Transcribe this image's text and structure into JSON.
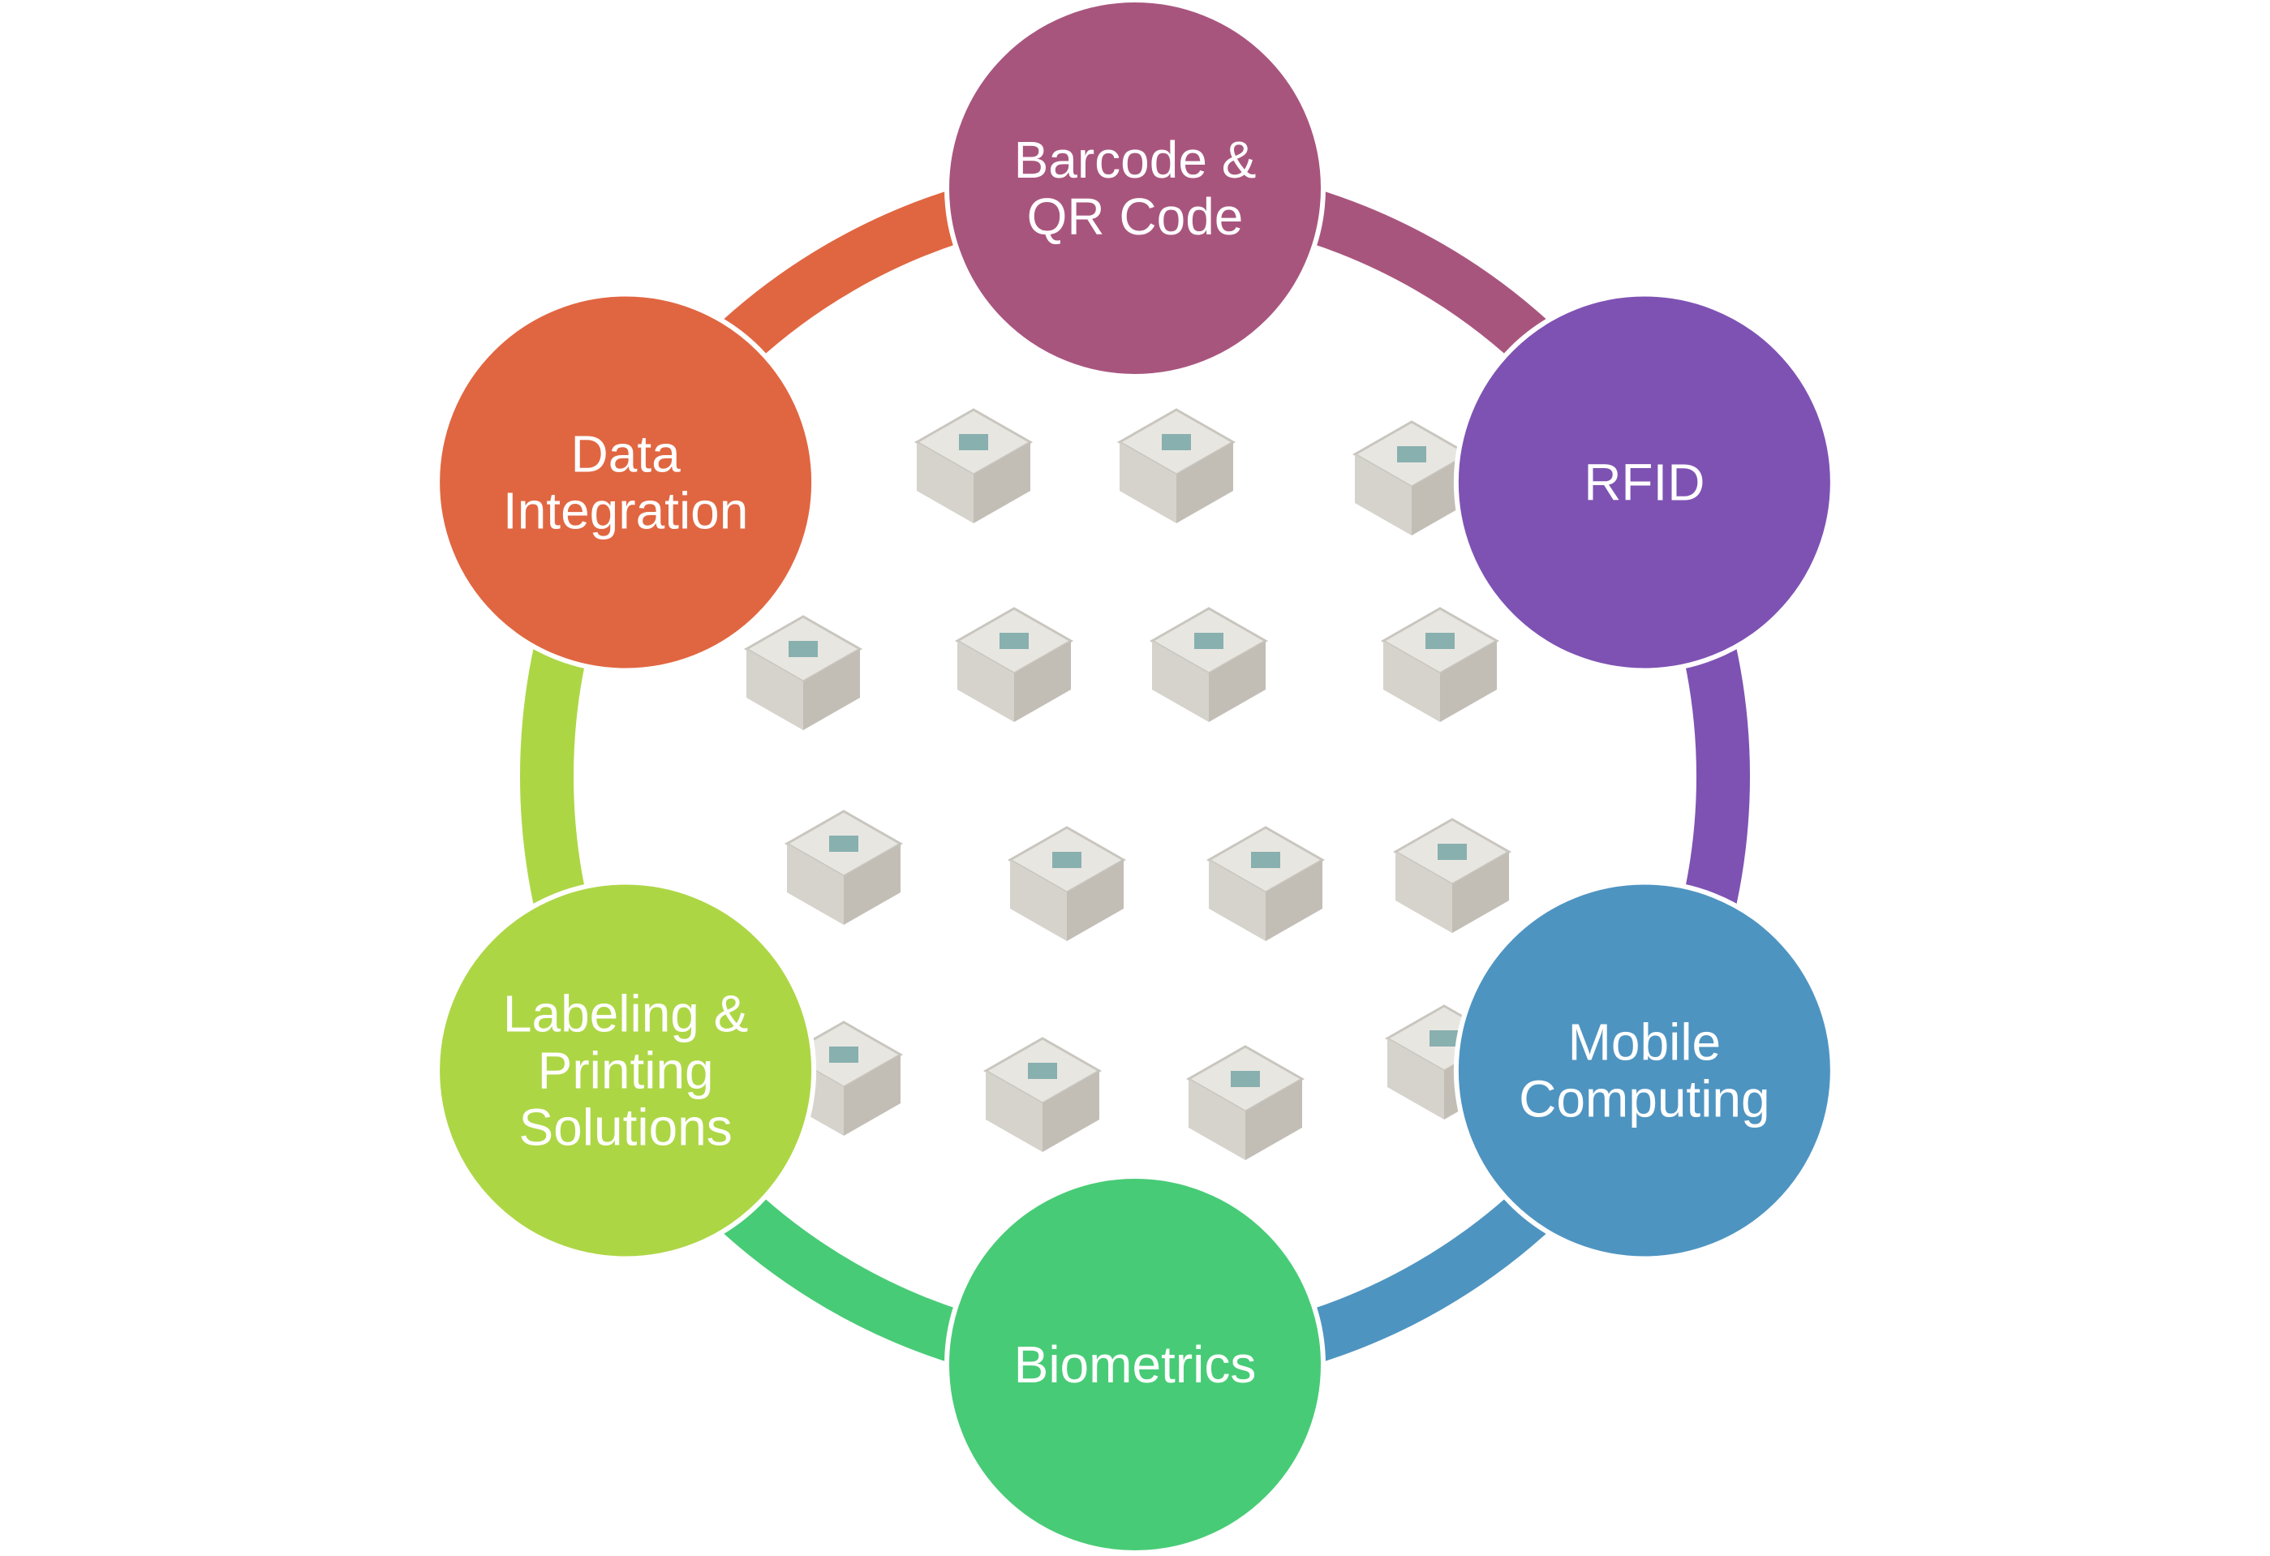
{
  "diagram": {
    "nodes": [
      {
        "id": "barcode",
        "lines": [
          "Barcode &",
          "QR Code"
        ],
        "color": "#A8557E"
      },
      {
        "id": "rfid",
        "lines": [
          "RFID"
        ],
        "color": "#7E52B3"
      },
      {
        "id": "mobile",
        "lines": [
          "Mobile",
          "Computing"
        ],
        "color": "#4E94C1"
      },
      {
        "id": "biometrics",
        "lines": [
          "Biometrics"
        ],
        "color": "#48CB76"
      },
      {
        "id": "labeling",
        "lines": [
          "Labeling &",
          "Printing",
          "Solutions"
        ],
        "color": "#ADD645"
      },
      {
        "id": "data",
        "lines": [
          "Data",
          "Integration"
        ],
        "color": "#E06641"
      }
    ],
    "center_icons": [
      "barcode-scanner-icon",
      "nfc-card-phone-icon",
      "rfid-wand-icon",
      "security-gate-icon",
      "robot-arm-icon",
      "warehouse-shelf-icon",
      "shopping-basket-icon",
      "self-checkout-icon",
      "rfid-tag-icon",
      "service-robot-icon",
      "delivery-robot-icon",
      "vending-shelf-icon",
      "uv-robot-icon",
      "storage-rack-icon",
      "tablet-kiosk-icon"
    ]
  }
}
